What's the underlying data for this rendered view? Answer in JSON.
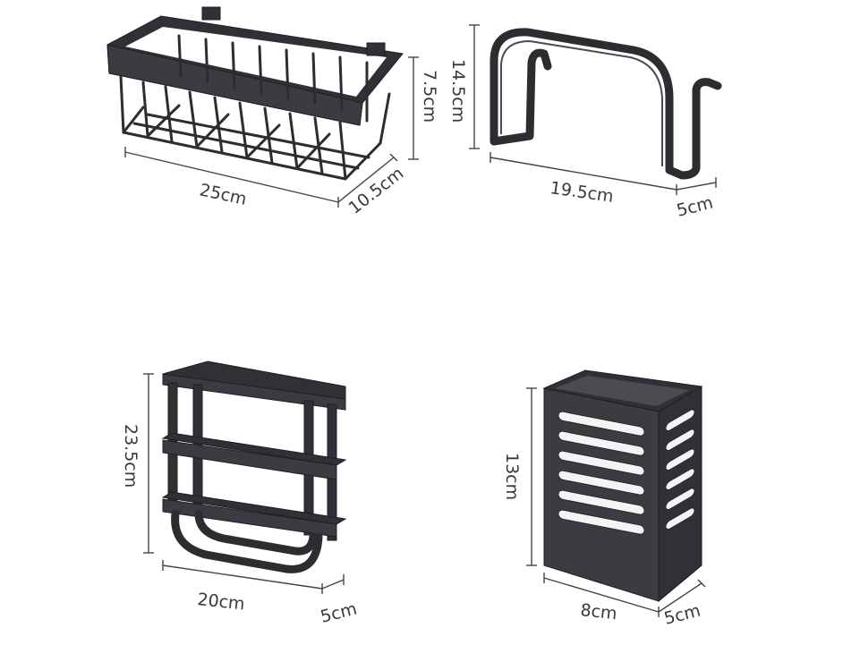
{
  "products": [
    {
      "name": "wire basket",
      "dimensions": {
        "width": "25cm",
        "depth": "10.5cm",
        "height": "7.5cm"
      }
    },
    {
      "name": "cabinet door hook",
      "dimensions": {
        "width": "19.5cm",
        "depth": "5cm",
        "height": "14.5cm"
      }
    },
    {
      "name": "three-bar towel rack",
      "dimensions": {
        "width": "20cm",
        "depth": "5cm",
        "height": "23.5cm"
      }
    },
    {
      "name": "slotted utensil holder",
      "dimensions": {
        "width": "8cm",
        "depth": "5cm",
        "height": "13cm"
      }
    }
  ],
  "colors": {
    "product_metal": "#2f3136",
    "background": "#ffffff",
    "dimension_lines": "#444444"
  }
}
